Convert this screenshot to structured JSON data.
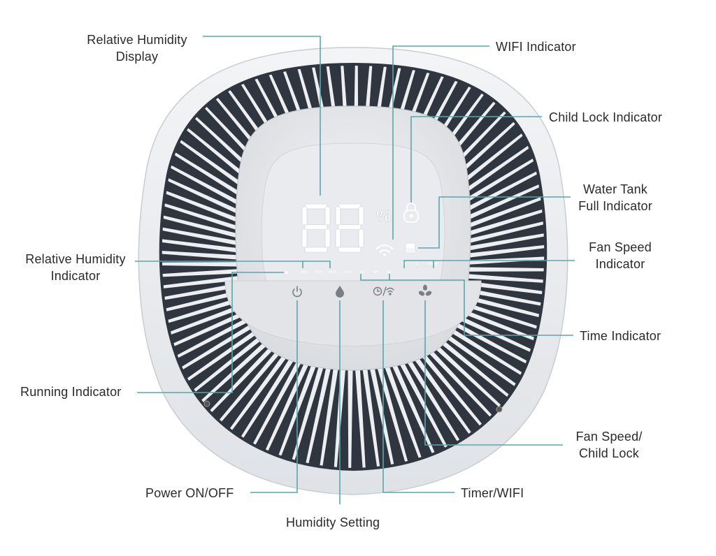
{
  "labels": {
    "rh_display": [
      "Relative Humidity",
      "Display"
    ],
    "wifi_indicator": "WIFI Indicator",
    "child_lock_indicator": "Child Lock Indicator",
    "water_tank_full": [
      "Water Tank",
      "Full Indicator"
    ],
    "rh_indicator": [
      "Relative Humidity",
      "Indicator"
    ],
    "fan_speed_indicator": [
      "Fan Speed",
      "Indicator"
    ],
    "time_indicator": "Time Indicator",
    "running_indicator": "Running Indicator",
    "fan_speed_child_lock": [
      "Fan Speed/",
      "Child Lock"
    ],
    "power": "Power ON/OFF",
    "timer_wifi": "Timer/WIFI",
    "humidity_setting": "Humidity Setting"
  },
  "panel": {
    "display_digits": "88",
    "percent": "%",
    "humidity_row": [
      "40%",
      "50%",
      "60%",
      "Cont"
    ],
    "time_row": [
      "2H",
      "4H",
      "8H"
    ],
    "fan_row": [
      "H",
      "L",
      "Sleep"
    ]
  },
  "colors": {
    "leader_line": "#5aa6ad",
    "grille": "#2f3640",
    "shell": "#eef0f3",
    "panel": "#e4e6e9",
    "display_segment": "#ffffff"
  },
  "icons": [
    "power-icon",
    "droplet-icon",
    "timer-wifi-icon",
    "fan-icon",
    "wifi-icon",
    "lock-icon",
    "water-tank-icon"
  ]
}
